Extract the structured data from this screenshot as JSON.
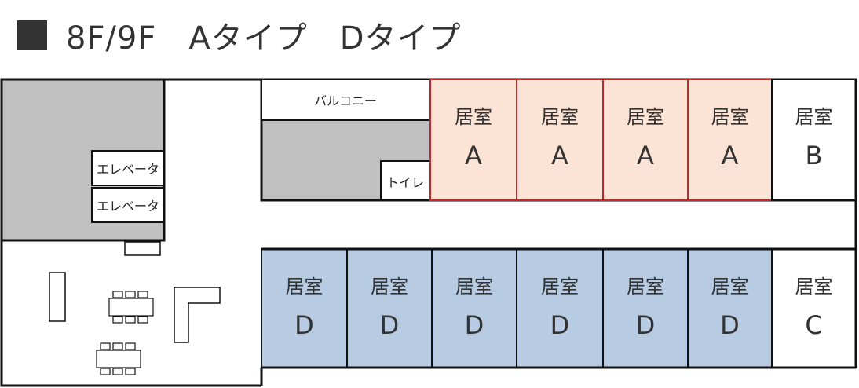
{
  "title": "8F/9F　Aタイプ　Dタイプ",
  "labels": {
    "balcony": "バルコニー",
    "toilet": "トイレ",
    "elevator1": "エレベータ",
    "elevator2": "エレベータ"
  },
  "rooms_top": [
    {
      "kind": "居室",
      "type": "A",
      "color": "#fbe3d5"
    },
    {
      "kind": "居室",
      "type": "A",
      "color": "#fbe3d5"
    },
    {
      "kind": "居室",
      "type": "A",
      "color": "#fbe3d5"
    },
    {
      "kind": "居室",
      "type": "A",
      "color": "#fbe3d5"
    },
    {
      "kind": "居室",
      "type": "B",
      "color": "#ffffff"
    }
  ],
  "rooms_bottom": [
    {
      "kind": "居室",
      "type": "D",
      "color": "#b7cbe3"
    },
    {
      "kind": "居室",
      "type": "D",
      "color": "#b7cbe3"
    },
    {
      "kind": "居室",
      "type": "D",
      "color": "#b7cbe3"
    },
    {
      "kind": "居室",
      "type": "D",
      "color": "#b7cbe3"
    },
    {
      "kind": "居室",
      "type": "D",
      "color": "#b7cbe3"
    },
    {
      "kind": "居室",
      "type": "D",
      "color": "#b7cbe3"
    },
    {
      "kind": "居室",
      "type": "C",
      "color": "#ffffff"
    }
  ],
  "colors": {
    "core_gray": "#c0c0c0",
    "type_a_border": "#c0282a",
    "wall": "#111111"
  }
}
